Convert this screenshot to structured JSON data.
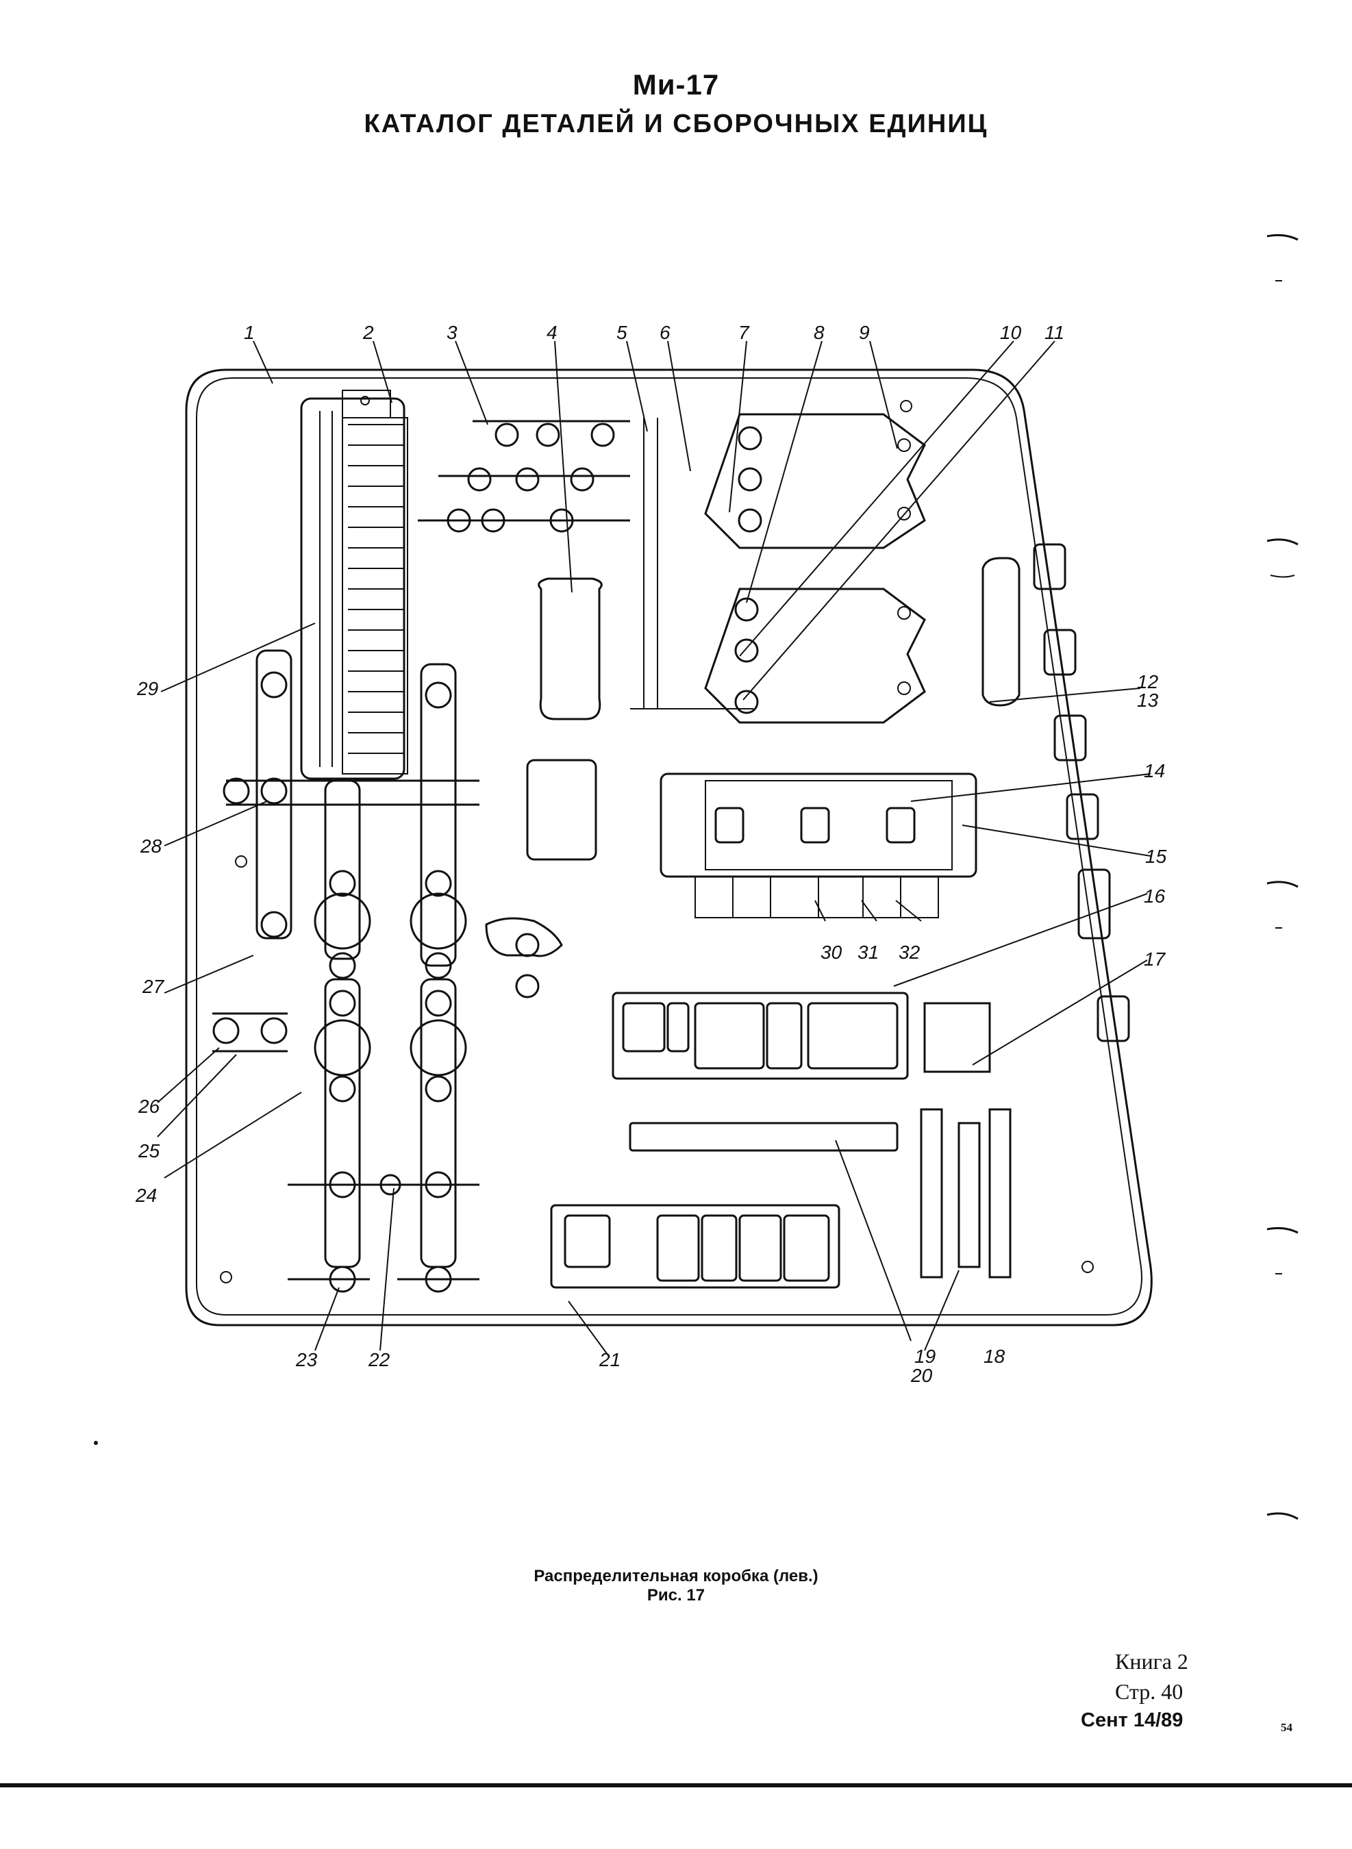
{
  "header": {
    "title": "Ми-17",
    "subtitle": "КАТАЛОГ ДЕТАЛЕЙ И СБОРОЧНЫХ ЕДИНИЦ"
  },
  "figure": {
    "caption": "Распределительная коробка (лев.)",
    "number": "Рис. 17",
    "callouts": [
      "1",
      "2",
      "3",
      "4",
      "5",
      "6",
      "7",
      "8",
      "9",
      "10",
      "11",
      "12",
      "13",
      "14",
      "15",
      "16",
      "17",
      "18",
      "19",
      "20",
      "21",
      "22",
      "23",
      "24",
      "25",
      "26",
      "27",
      "28",
      "29",
      "30",
      "31",
      "32"
    ]
  },
  "footer": {
    "book": "Книга 2",
    "page": "Стр. 40",
    "date": "Сент 14/89",
    "sheet": "54"
  }
}
